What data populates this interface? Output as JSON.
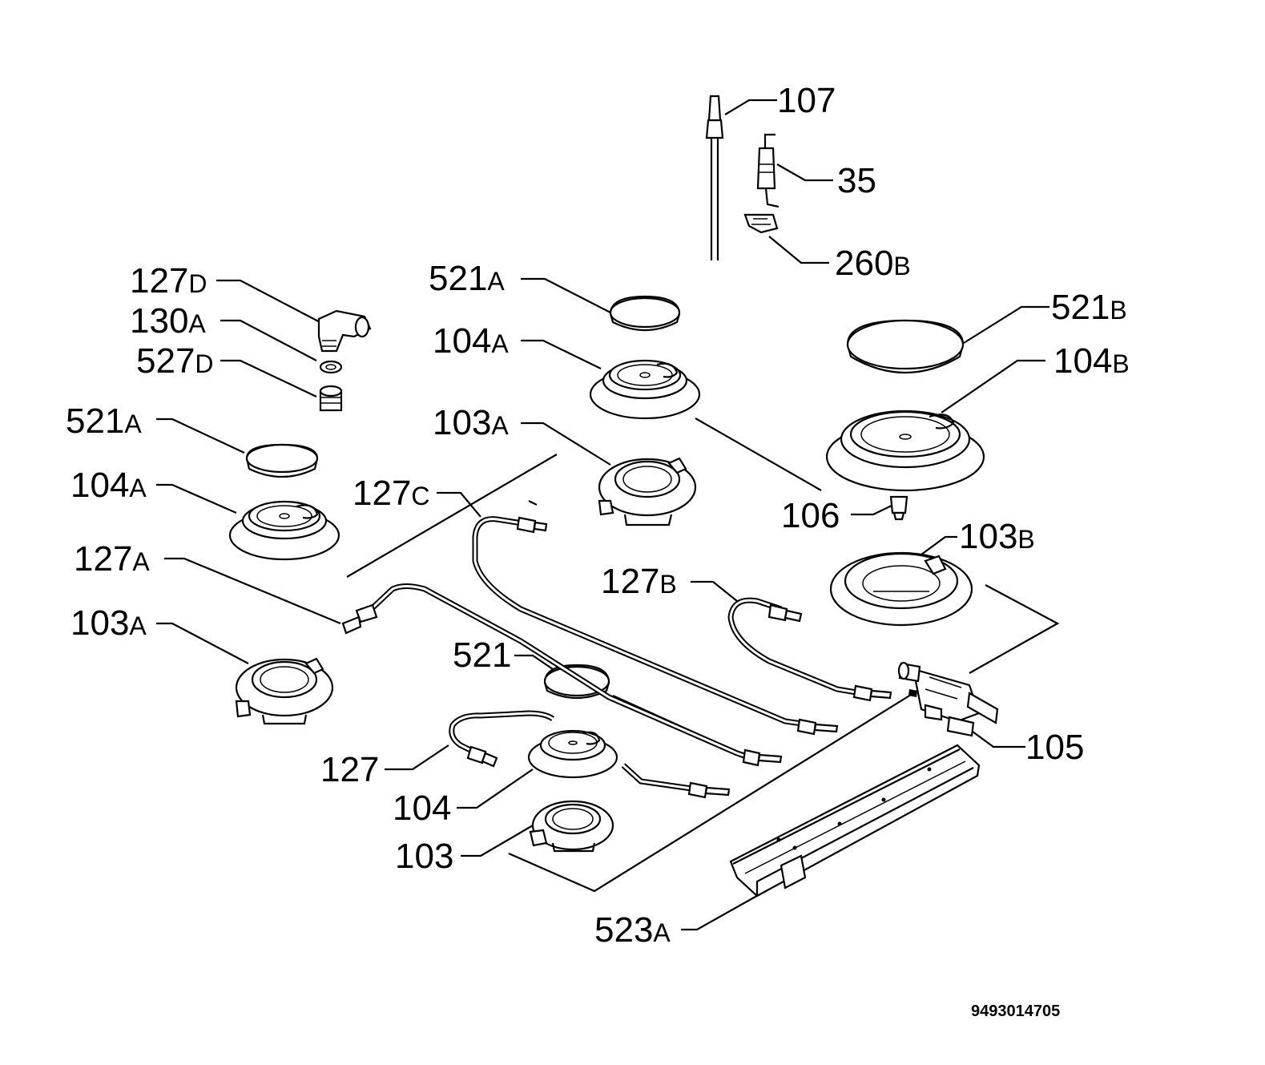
{
  "labels": {
    "l107": "107",
    "l35": "35",
    "l260b": "260B",
    "l127d": "127D",
    "l130a": "130A",
    "l527d": "527D",
    "l521a_top": "521A",
    "l104a_top": "104A",
    "l103a_top": "103A",
    "l521b": "521B",
    "l104b": "104B",
    "l106": "106",
    "l103b": "103B",
    "l127c": "127C",
    "l521a_left": "521A",
    "l104a_left": "104A",
    "l127a": "127A",
    "l103a_left": "103A",
    "l127b": "127B",
    "l521": "521",
    "l127": "127",
    "l104": "104",
    "l103": "103",
    "l105": "105",
    "l523a": "523A"
  },
  "code": "9493014705"
}
